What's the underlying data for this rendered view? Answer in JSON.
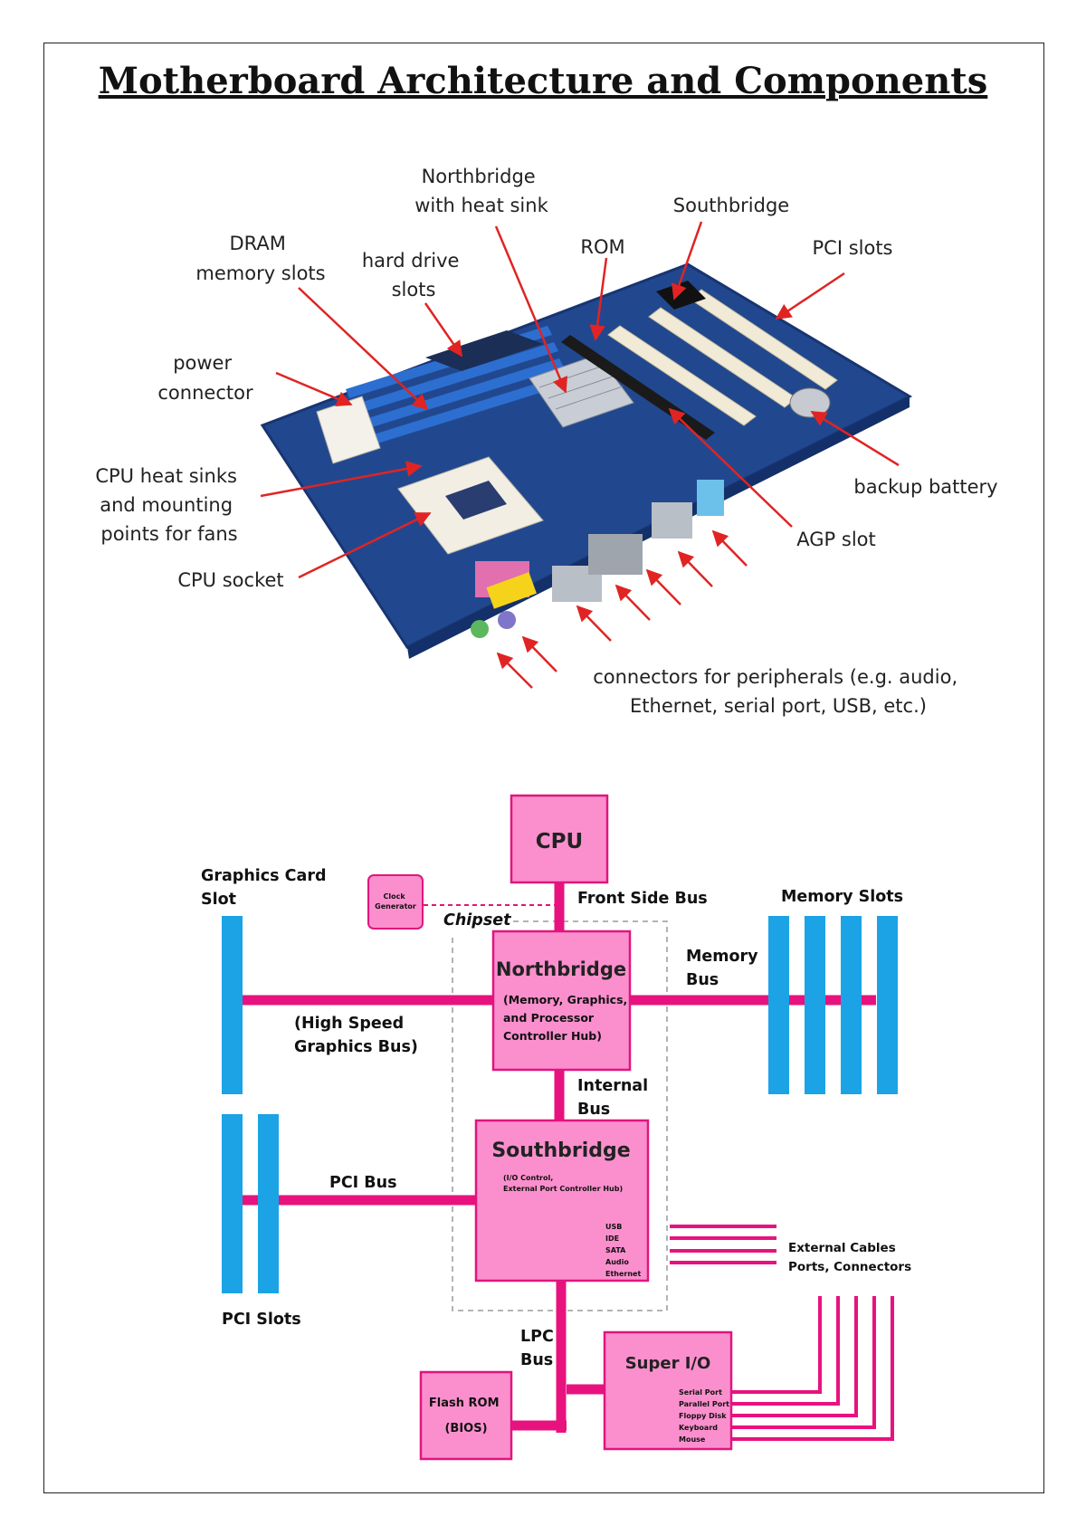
{
  "title": "Motherboard Architecture and Components",
  "colors": {
    "bus": "#e8127f",
    "box_fill": "#fb8fcd",
    "box_stroke": "#e0157f",
    "slot": "#1ba3e6",
    "arrow": "#e02424",
    "board": "#21488f",
    "chipset_outline": "#9a9a9a"
  },
  "photo_labels": {
    "northbridge": [
      "Northbridge",
      "with heat sink"
    ],
    "southbridge": [
      "Southbridge"
    ],
    "dram": [
      "DRAM",
      "memory slots"
    ],
    "hard_drive": [
      "hard drive",
      "slots"
    ],
    "rom": [
      "ROM"
    ],
    "pci_slots": [
      "PCI slots"
    ],
    "power": [
      "power",
      "connector"
    ],
    "cpu_heat_sinks": [
      "CPU heat sinks",
      "and mounting",
      "points for fans"
    ],
    "backup_battery": [
      "backup battery"
    ],
    "agp_slot": [
      "AGP slot"
    ],
    "cpu_socket": [
      "CPU socket"
    ],
    "connectors": [
      "connectors for peripherals (e.g. audio,",
      "Ethernet, serial port, USB, etc.)"
    ]
  },
  "diagram": {
    "cpu": "CPU",
    "graphics_card_slot": [
      "Graphics Card",
      "Slot"
    ],
    "clock_generator": [
      "Clock",
      "Generator"
    ],
    "front_side_bus": "Front Side Bus",
    "chipset": "Chipset",
    "memory_slots": "Memory Slots",
    "northbridge_title": "Northbridge",
    "northbridge_sub": [
      "(Memory, Graphics,",
      "and Processor",
      "Controller Hub)"
    ],
    "memory_bus": [
      "Memory",
      "Bus"
    ],
    "high_speed_bus": [
      "(High Speed",
      "Graphics Bus)"
    ],
    "internal_bus": [
      "Internal",
      "Bus"
    ],
    "southbridge_title": "Southbridge",
    "southbridge_sub": [
      "(I/O Control,",
      "External Port Controller Hub)"
    ],
    "southbridge_ports": [
      "USB",
      "IDE",
      "SATA",
      "Audio",
      "Ethernet"
    ],
    "pci_bus": "PCI Bus",
    "pci_slots": "PCI Slots",
    "external_cables": [
      "External Cables",
      "Ports, Connectors"
    ],
    "lpc_bus": [
      "LPC",
      "Bus"
    ],
    "super_io_title": "Super I/O",
    "super_io_ports": [
      "Serial Port",
      "Parallel Port",
      "Floppy Disk",
      "Keyboard",
      "Mouse"
    ],
    "flash_rom": [
      "Flash ROM",
      "(BIOS)"
    ]
  }
}
